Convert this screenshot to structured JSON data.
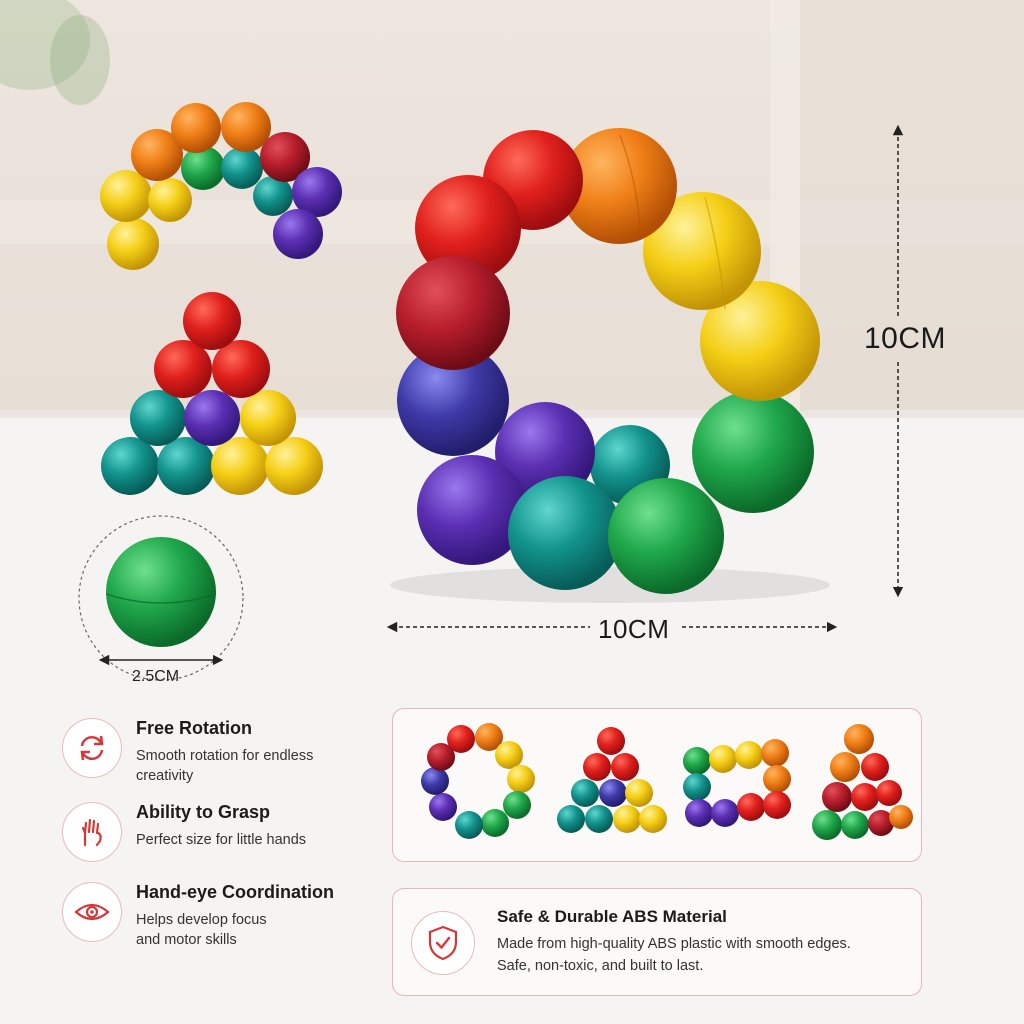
{
  "dimensions": {
    "height_label": "10CM",
    "width_label": "10CM",
    "ball_label": "2.5CM"
  },
  "features": [
    {
      "title": "Free Rotation",
      "desc_line1": "Smooth rotation for endless",
      "desc_line2": "creativity",
      "icon": "rotation-arrows-icon"
    },
    {
      "title": "Ability to Grasp",
      "desc_line1": "Perfect size for little hands",
      "desc_line2": "",
      "icon": "hand-grasp-icon"
    },
    {
      "title": "Hand-eye Coordination",
      "desc_line1": "Helps develop focus",
      "desc_line2": "and motor skills",
      "icon": "eye-icon"
    }
  ],
  "safety": {
    "title": "Safe & Durable ABS Material",
    "desc_line1": "Made from high-quality ABS plastic with smooth edges.",
    "desc_line2": "Safe, non-toxic, and built to last.",
    "icon": "shield-check-icon"
  },
  "colors": {
    "accent": "#d23a3a",
    "red": "#e0201c",
    "orange": "#f07f17",
    "yellow": "#f5cf16",
    "green": "#1fa74a",
    "teal": "#12938c",
    "purple": "#5b2fb2",
    "maroon": "#b81e2c"
  }
}
